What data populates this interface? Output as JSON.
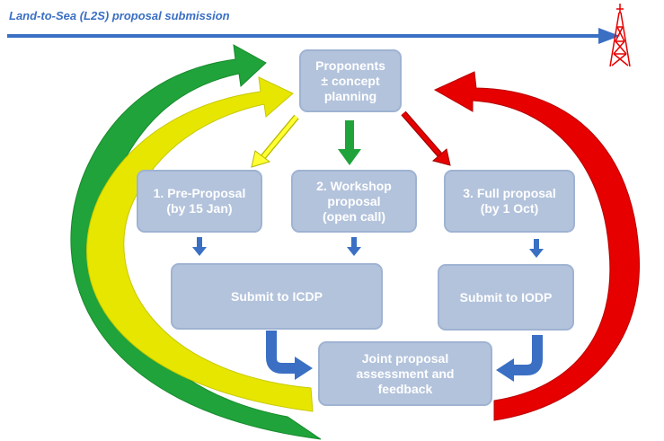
{
  "header": {
    "title": "Land-to-Sea (L2S) proposal submission"
  },
  "nodes": {
    "proponents": "Proponents\n± concept\nplanning",
    "pre_proposal": "1. Pre-Proposal\n(by 15 Jan)",
    "workshop_proposal": "2. Workshop\nproposal\n(open call)",
    "full_proposal": "3. Full proposal\n(by 1 Oct)",
    "submit_icdp": "Submit to ICDP",
    "submit_iodp": "Submit to IODP",
    "joint_assessment": "Joint proposal\nassessment and\nfeedback"
  },
  "icons": {
    "drill_rig": "drill-rig-icon"
  },
  "colors": {
    "blue": "#3a6fc4",
    "box_fill": "#b3c3dc",
    "green": "#1fa33a",
    "yellow": "#e6e600",
    "red": "#e60000"
  }
}
